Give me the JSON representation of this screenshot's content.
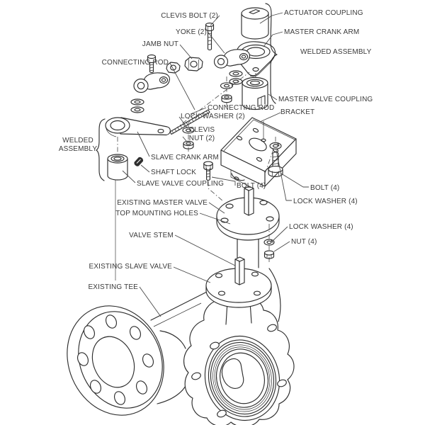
{
  "diagram": {
    "colors": {
      "background": "#ffffff",
      "line": "#2e2e2e",
      "leader": "#4a4a4a",
      "text": "#3a3a3a"
    },
    "labels": {
      "clevis_bolt": {
        "text": "CLEVIS BOLT (2)"
      },
      "yoke": {
        "text": "YOKE (2)"
      },
      "jamb_nut": {
        "text": "JAMB NUT"
      },
      "connecting_rod_top": {
        "text": "CONNECTING ROD"
      },
      "actuator_coupling": {
        "text": "ACTUATOR COUPLING"
      },
      "master_crank_arm": {
        "text": "MASTER CRANK ARM"
      },
      "welded_assembly_right": {
        "text": "WELDED ASSEMBLY"
      },
      "master_valve_coupling": {
        "text": "MASTER VALVE COUPLING"
      },
      "connecting_rod_mid": {
        "text": "CONNECTING ROD"
      },
      "lock_washer_2": {
        "text": "LOCK WASHER (2)"
      },
      "clevis_nut_2": {
        "text": "CLEVIS NUT (2)"
      },
      "bracket": {
        "text": "BRACKET"
      },
      "welded_assembly_left": {
        "text": "WELDED ASSEMBLY"
      },
      "slave_crank_arm": {
        "text": "SLAVE CRANK ARM"
      },
      "shaft_lock": {
        "text": "SHAFT LOCK"
      },
      "slave_valve_coupling": {
        "text": "SLAVE VALVE COUPLING"
      },
      "bolt_4_center": {
        "text": "BOLT (4)"
      },
      "bolt_4_right": {
        "text": "BOLT (4)"
      },
      "lock_washer_4_upper": {
        "text": "LOCK WASHER (4)"
      },
      "existing_master_valve": {
        "text": "EXISTING MASTER VALVE"
      },
      "top_mounting_holes": {
        "text": "TOP MOUNTING HOLES"
      },
      "lock_washer_4_lower": {
        "text": "LOCK WASHER (4)"
      },
      "nut_4": {
        "text": "NUT (4)"
      },
      "valve_stem": {
        "text": "VALVE STEM"
      },
      "existing_slave_valve": {
        "text": "EXISTING SLAVE VALVE"
      },
      "existing_tee": {
        "text": "EXISTING TEE"
      }
    }
  }
}
